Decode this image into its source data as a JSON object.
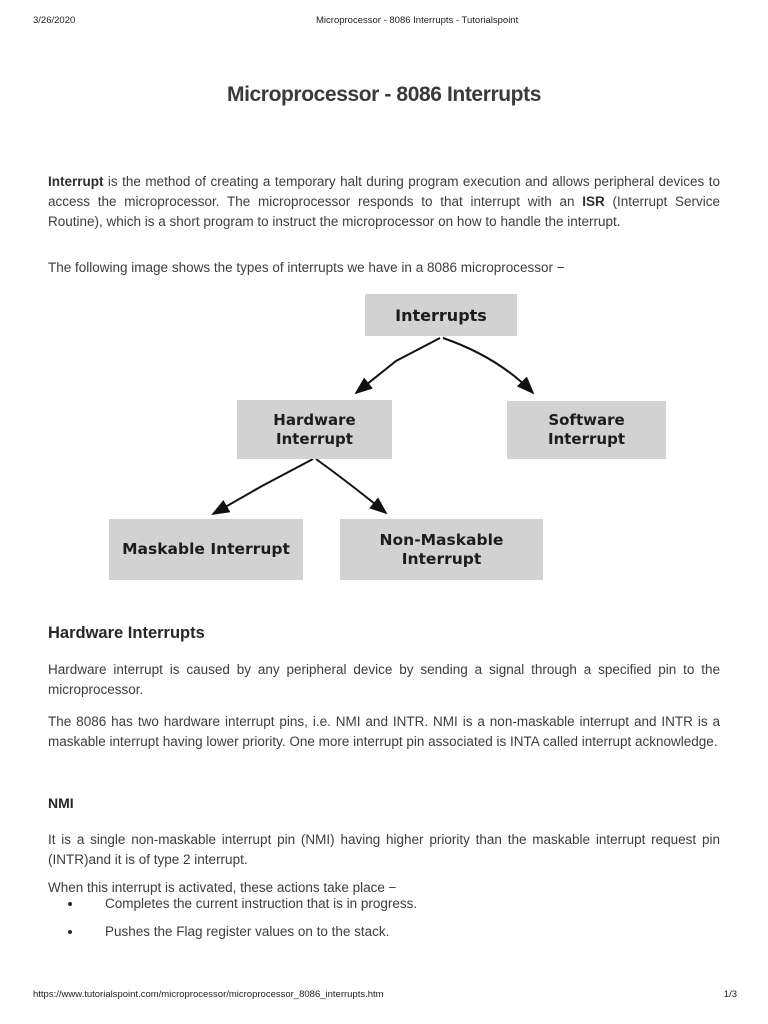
{
  "print_header": {
    "date": "3/26/2020",
    "title": "Microprocessor - 8086 Interrupts - Tutorialspoint"
  },
  "article": {
    "title": "Microprocessor - 8086 Interrupts",
    "intro_segments": [
      {
        "text": "Interrupt"
      },
      {
        "text": " is the method of creating a temporary halt during program execution and allows peripheral devices to access the microprocessor. The microprocessor responds to that interrupt with an "
      },
      {
        "text": "ISR"
      },
      {
        "text": " (Interrupt Service Routine), which is a short program to instruct the microprocessor on how to handle the interrupt."
      }
    ],
    "diagram_lead": "The following image shows the types of interrupts we have in a 8086 microprocessor −"
  },
  "diagram": {
    "root_label": "Interrupts",
    "hardware_label": "Hardware Interrupt",
    "software_label": "Software Interrupt",
    "maskable_label": "Maskable Interrupt",
    "non_maskable_label": "Non-Maskable Interrupt",
    "box_fill": "#d2d2d2",
    "label_color": "#1c1c1c",
    "arrow_color": "#111111"
  },
  "hardware_section": {
    "heading": "Hardware Interrupts",
    "p1": "Hardware interrupt is caused by any peripheral device by sending a signal through a specified pin to the microprocessor.",
    "p2": "The 8086 has two hardware interrupt pins, i.e. NMI and INTR. NMI is a non-maskable interrupt and INTR is a maskable interrupt having lower priority. One more interrupt pin associated is INTA called interrupt acknowledge."
  },
  "nmi_section": {
    "heading": "NMI",
    "p1": "It is a single non-maskable interrupt pin (NMI) having higher priority than the maskable interrupt request pin (INTR)and it is of type 2 interrupt.",
    "p2": "When this interrupt is activated, these actions take place −",
    "bullets": [
      "Completes the current instruction that is in progress.",
      "Pushes the Flag register values on to the stack."
    ]
  },
  "print_footer": {
    "url": "https://www.tutorialspoint.com/microprocessor/microprocessor_8086_interrupts.htm",
    "page_indicator": "1/3"
  }
}
